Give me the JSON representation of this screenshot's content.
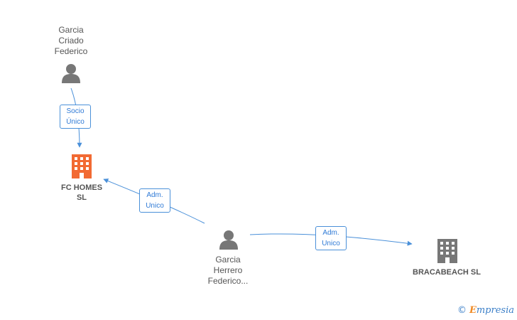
{
  "nodes": {
    "person_top": {
      "name": "Garcia\nCriado\nFederico",
      "icon": "person-icon"
    },
    "person_bottom": {
      "name": "Garcia\nHerrero\nFederico...",
      "icon": "person-icon"
    },
    "company_fc": {
      "name": "FC HOMES\nSL",
      "icon": "building-icon",
      "color": "#f26a33"
    },
    "company_braca": {
      "name": "BRACABEACH SL",
      "icon": "building-icon",
      "color": "#777777"
    }
  },
  "edges": {
    "socio": {
      "label": "Socio\nÚnico"
    },
    "adm_fc": {
      "label": "Adm.\nUnico"
    },
    "adm_braca": {
      "label": "Adm.\nUnico"
    }
  },
  "colors": {
    "edge": "#4a90d9",
    "person": "#777777"
  },
  "watermark": {
    "copyright": "©",
    "brand_initial": "E",
    "brand_rest": "mpresia"
  }
}
